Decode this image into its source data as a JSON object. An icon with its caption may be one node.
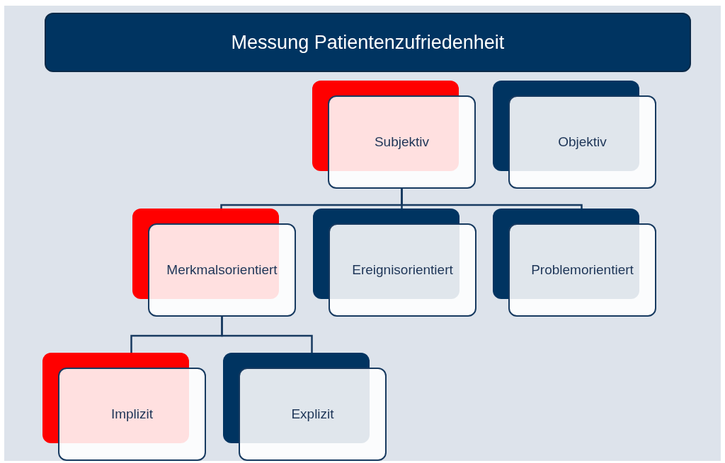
{
  "diagram": {
    "title": "Messung Patientenzufriedenheit",
    "nodes": [
      {
        "text": [
          "Subjektiv"
        ]
      },
      {
        "text": [
          "Objektiv"
        ]
      },
      {
        "text": [
          "Merkmalsorientiert"
        ]
      },
      {
        "text": [
          "Ereignisorientiert"
        ]
      },
      {
        "text": [
          "Problemorientiert"
        ]
      },
      {
        "text": [
          "Implizit"
        ]
      },
      {
        "text": [
          "Explizit"
        ]
      }
    ],
    "edges": [
      {
        "from": 0,
        "to": 2,
        "arrow": "none"
      },
      {
        "from": 0,
        "to": 3,
        "arrow": "none"
      },
      {
        "from": 0,
        "to": 4,
        "arrow": "none"
      },
      {
        "from": 2,
        "to": 5,
        "arrow": "none"
      },
      {
        "from": 2,
        "to": 6,
        "arrow": "none"
      }
    ]
  }
}
